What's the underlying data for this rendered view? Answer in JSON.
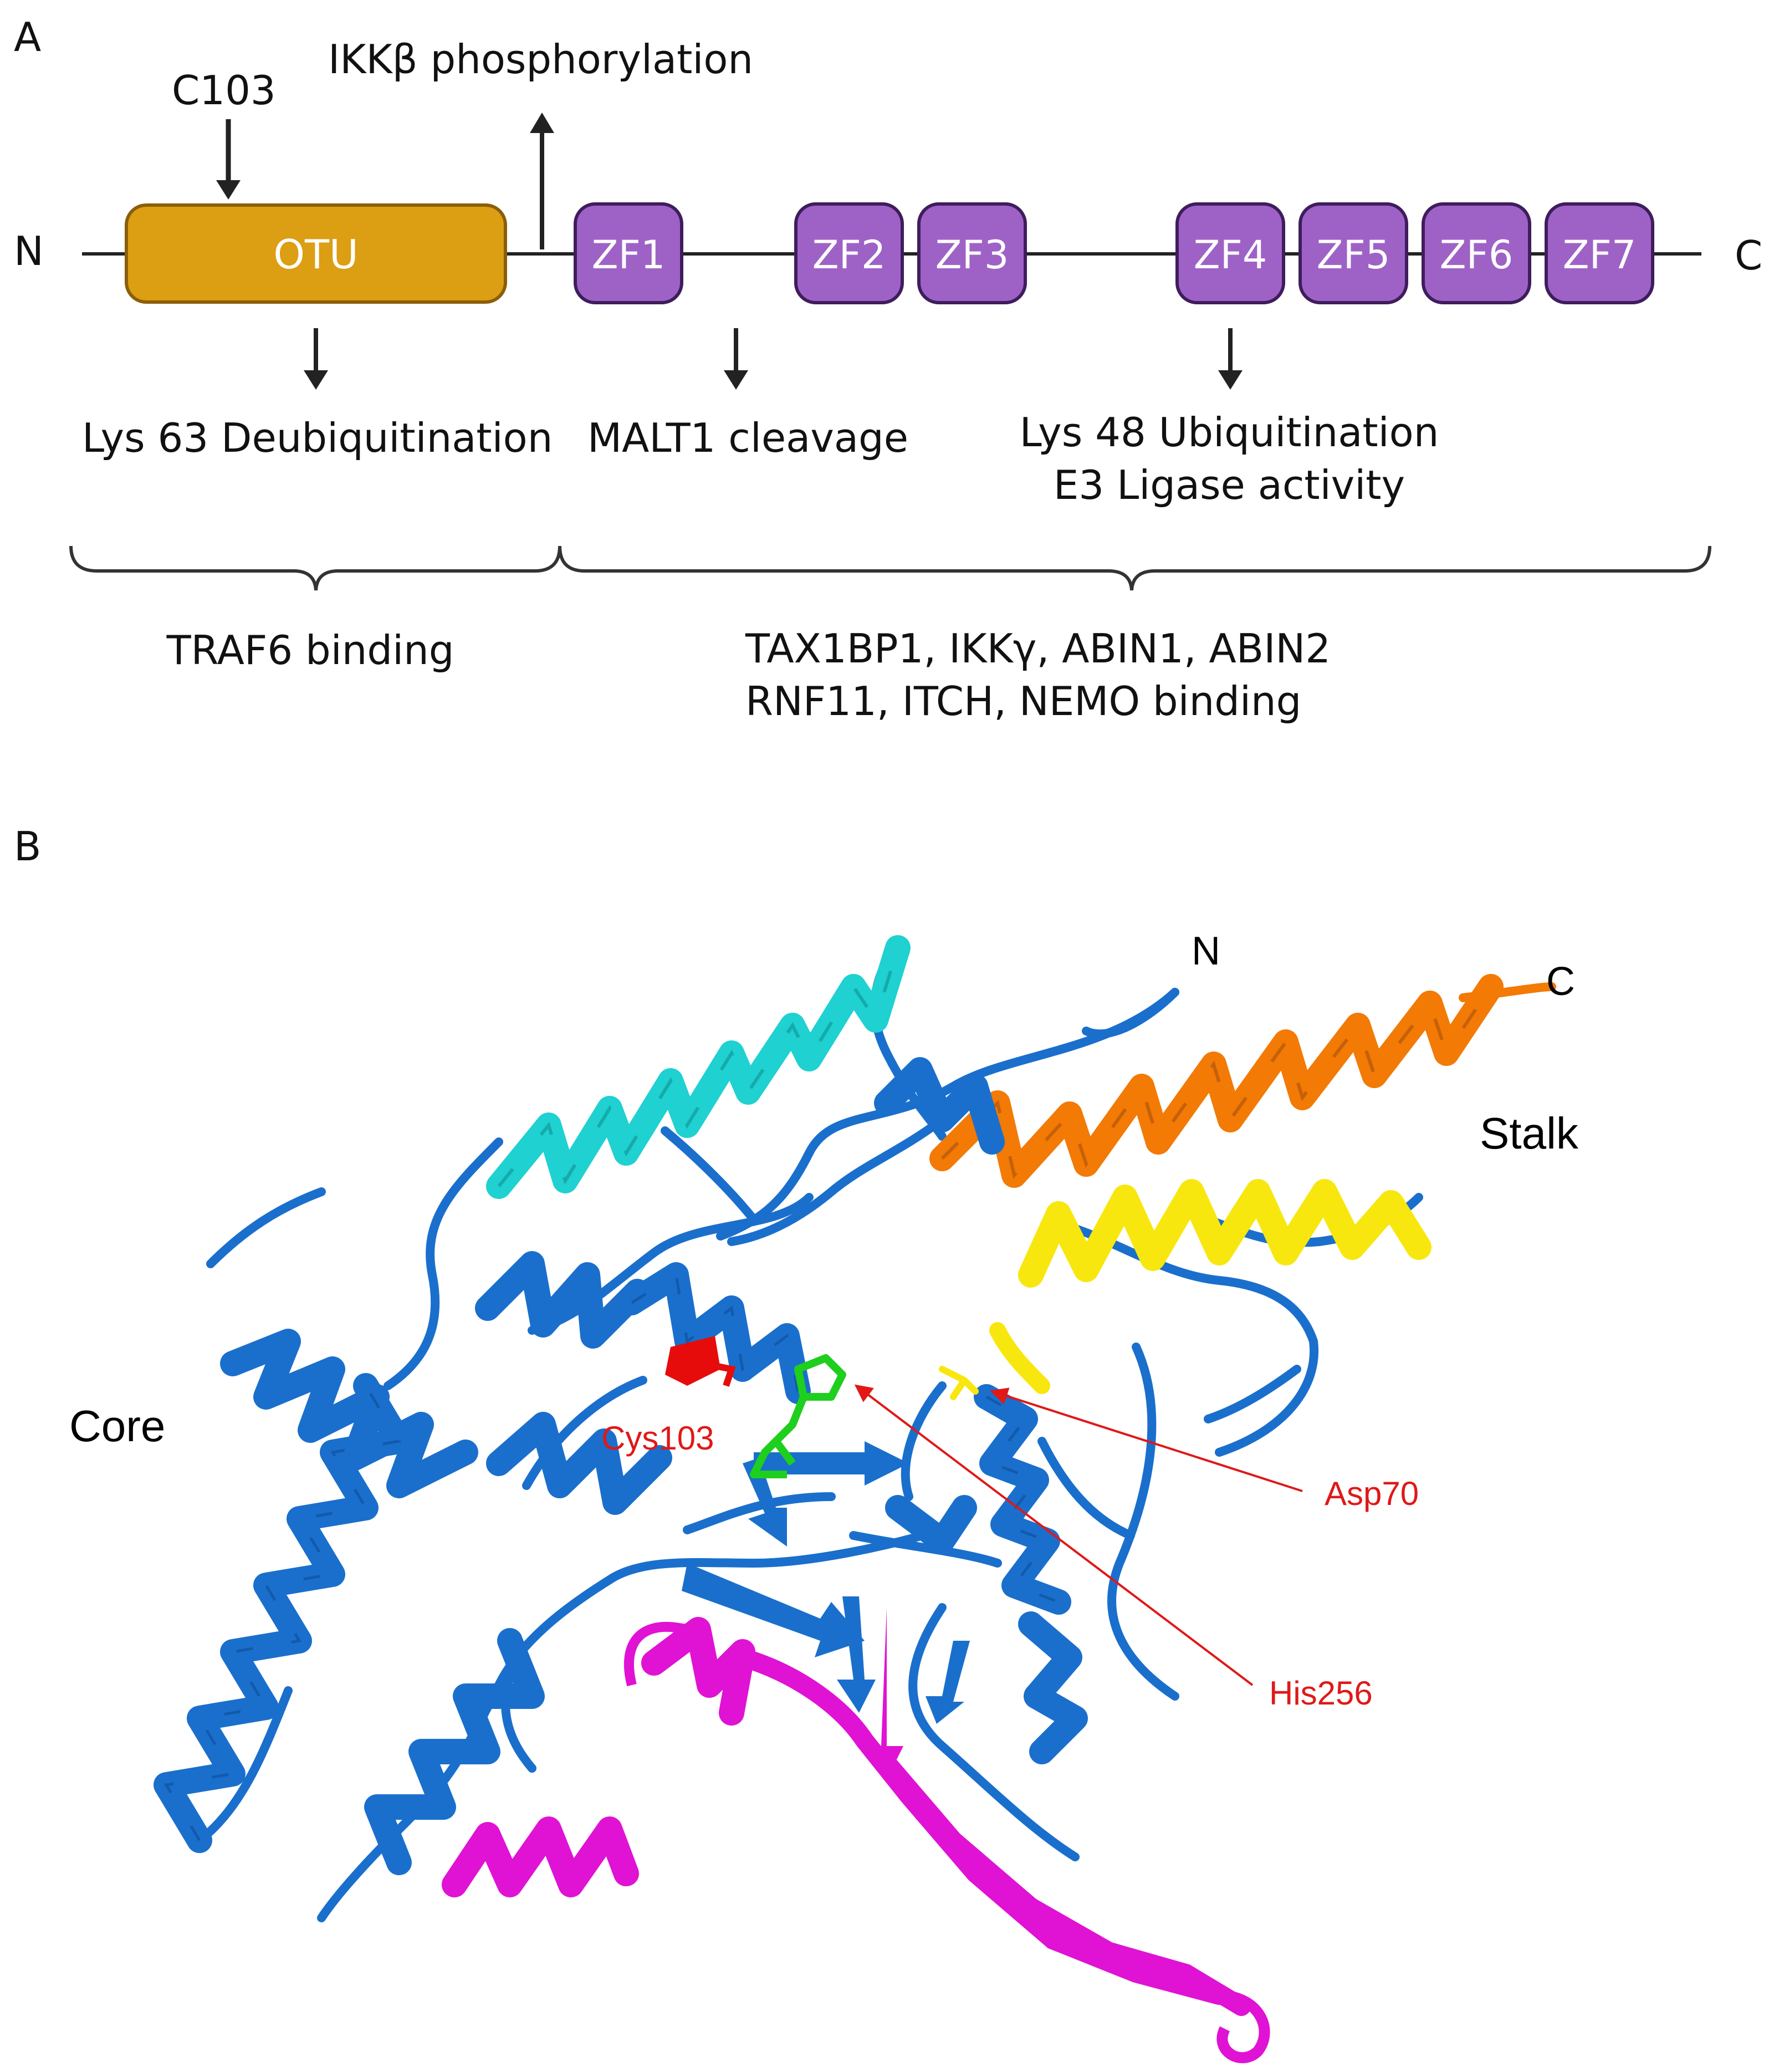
{
  "panel_a": {
    "panel_label": "A",
    "c103": "C103",
    "ikkb": "IKKβ phosphorylation",
    "n_term": "N",
    "c_term": "C",
    "otu": "OTU",
    "zinc_fingers": [
      "ZF1",
      "ZF2",
      "ZF3",
      "ZF4",
      "ZF5",
      "ZF6",
      "ZF7"
    ],
    "lys63": "Lys 63 Deubiquitination",
    "malt1": "MALT1 cleavage",
    "lys48_line1": "Lys 48 Ubiquitination",
    "lys48_line2": "E3 Ligase activity",
    "traf6": "TRAF6 binding",
    "binders_line1": "TAX1BP1, IKKγ, ABIN1, ABIN2",
    "binders_line2": "RNF11, ITCH, NEMO binding",
    "colors": {
      "otu": "#dc9e12",
      "zf": "#9e62c6",
      "backbone": "#222222"
    }
  },
  "panel_b": {
    "panel_label": "B",
    "n_term": "N",
    "c_term": "C",
    "stalk": "Stalk",
    "core": "Core",
    "cys103": "Cys103",
    "asp70": "Asp70",
    "his256": "His256",
    "colors": {
      "backbone": "#1a6fcc",
      "cyan": "#1fd1d1",
      "orange": "#f27a05",
      "yellow": "#f7e70f",
      "magenta": "#e012d4",
      "red": "#e60c0c",
      "green": "#1ecf1e",
      "annotation": "#e01818"
    }
  }
}
